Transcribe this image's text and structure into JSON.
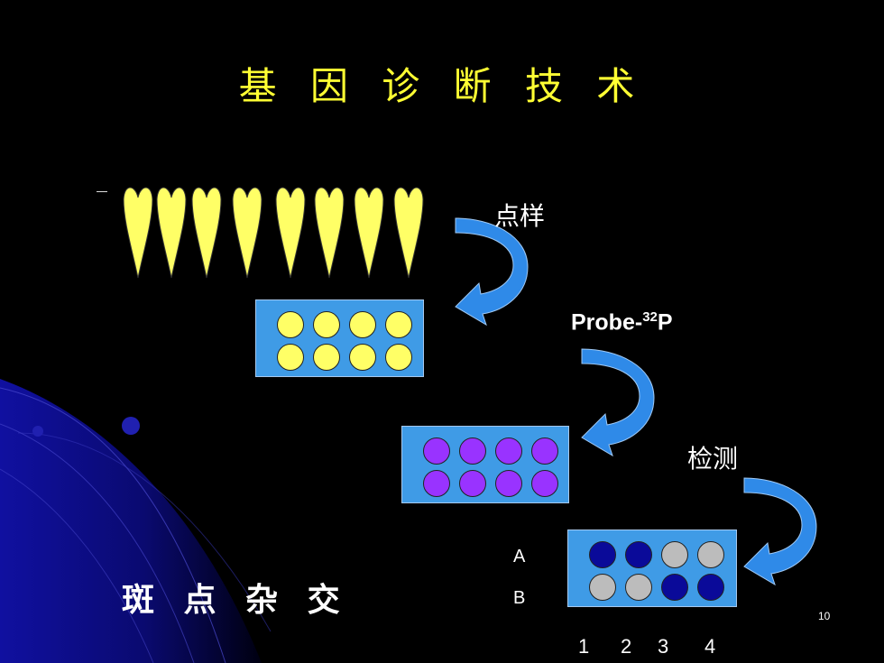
{
  "slide": {
    "title": "基 因 诊 断 技 术",
    "page_number": "10",
    "bottom_label": "斑 点 杂 交"
  },
  "steps": {
    "spotting": "点样",
    "probe_name": "Probe-",
    "probe_isotope": "32",
    "probe_element": "P",
    "detection": "检测"
  },
  "result_plate": {
    "row_labels": [
      "A",
      "B"
    ],
    "column_labels": [
      "1",
      "2",
      "3",
      "4"
    ]
  },
  "colors": {
    "title": "#ffff33",
    "plate": "#3f9be6",
    "sample": "#ffff66",
    "probe_dot": "#9933ff",
    "positive": "#0a0a99",
    "negative": "#bcbcbc",
    "arrow": "#2f8ae8"
  },
  "plates": {
    "sample_plate": {
      "wells": [
        "sample",
        "sample",
        "sample",
        "sample",
        "sample",
        "sample",
        "sample",
        "sample"
      ]
    },
    "probe_plate": {
      "wells": [
        "probe_dot",
        "probe_dot",
        "probe_dot",
        "probe_dot",
        "probe_dot",
        "probe_dot",
        "probe_dot",
        "probe_dot"
      ]
    },
    "detection_plate": {
      "wells": [
        "positive",
        "positive",
        "negative",
        "negative",
        "negative",
        "negative",
        "positive",
        "positive"
      ]
    }
  },
  "icons": {
    "sample_drop": "drop-icon",
    "step_arrow": "curved-arrow-icon"
  }
}
